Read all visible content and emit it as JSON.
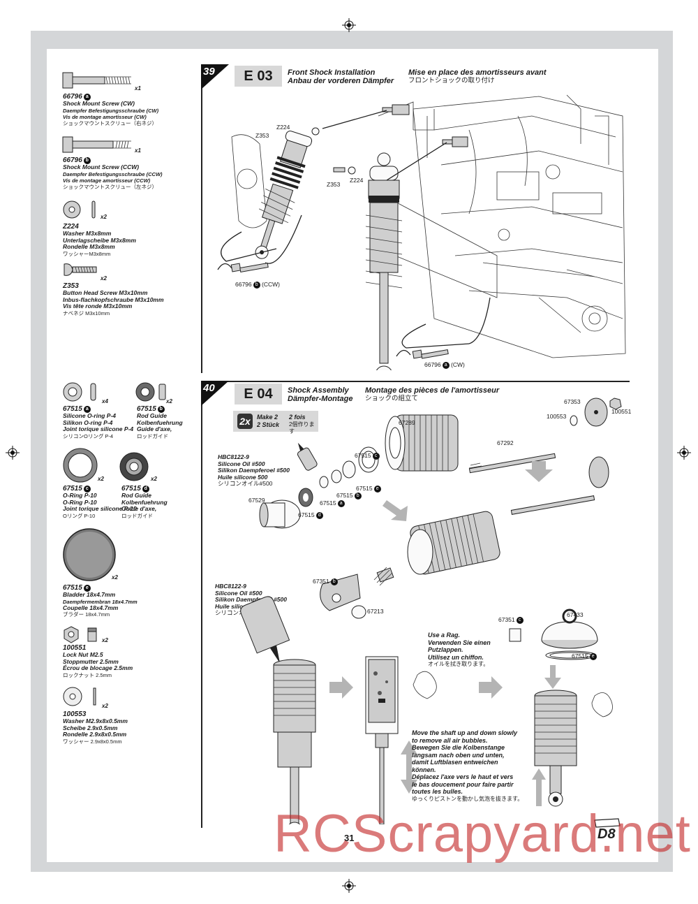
{
  "parts_left": [
    {
      "code": "66796",
      "badge": "a",
      "qty": "x1",
      "lines": [
        "Shock Mount Screw (CW)",
        "Daempfer Befestigungsschraube (CW)",
        "Vis de montage amortisseur (CW)"
      ],
      "ja": "ショックマウントスクリュー（右ネジ）"
    },
    {
      "code": "66796",
      "badge": "b",
      "qty": "x1",
      "lines": [
        "Shock Mount Screw (CCW)",
        "Daempfer Befestigungsschraube (CCW)",
        "Vis de montage amortisseur (CCW)"
      ],
      "ja": "ショックマウントスクリュー（左ネジ）"
    },
    {
      "code": "Z224",
      "badge": "",
      "qty": "x2",
      "lines": [
        "Washer M3x8mm",
        "Unterlagscheibe M3x8mm",
        "Rondelle M3x8mm"
      ],
      "ja": "ワッシャーM3x8mm"
    },
    {
      "code": "Z353",
      "badge": "",
      "qty": "x2",
      "lines": [
        "Button Head Screw M3x10mm",
        "Inbus-flachkopfschraube M3x10mm",
        "Vis tête ronde M3x10mm"
      ],
      "ja": "ナベネジ M3x10mm"
    }
  ],
  "parts_step40": {
    "p67515a": {
      "code": "67515",
      "badge": "a",
      "qty": "x4",
      "lines": [
        "Silicone O-ring P-4",
        "Silikon O-ring P-4",
        "Joint torique silicone P-4"
      ],
      "ja": "シリコンOリング P-4"
    },
    "p67515b": {
      "code": "67515",
      "badge": "b",
      "qty": "x2",
      "lines": [
        "Rod Guide",
        "Kolbenfuehrung",
        "Guide d'axe,"
      ],
      "ja": "ロッドガイド"
    },
    "p67515c": {
      "code": "67515",
      "badge": "c",
      "qty": "x2",
      "lines": [
        "O-Ring P-10",
        "O-Ring P-10",
        "Joint torique silicone P-10"
      ],
      "ja": "Oリング P-10"
    },
    "p67515d": {
      "code": "67515",
      "badge": "d",
      "qty": "x2",
      "lines": [
        "Rod Guide",
        "Kolbenfuehrung",
        "Guide d'axe,"
      ],
      "ja": "ロッドガイド"
    },
    "p67515e": {
      "code": "67515",
      "badge": "e",
      "qty": "x2",
      "lines": [
        "Bladder 18x4.7mm",
        "Daempfermembran 18x4.7mm",
        "Coupelle 18x4.7mm"
      ],
      "ja": "ブラダー 18x4.7mm"
    },
    "p100551": {
      "code": "100551",
      "badge": "",
      "qty": "x2",
      "lines": [
        "Lock Nut M2.5",
        "Stoppmutter 2.5mm",
        "Écrou de blocage 2.5mm"
      ],
      "ja": "ロックナット 2.5mm"
    },
    "p100553": {
      "code": "100553",
      "badge": "",
      "qty": "x2",
      "lines": [
        "Washer M2.9x8x0.5mm",
        "Scheibe 2.9x0.5mm",
        "Rondelle 2.9x8x0.5mm"
      ],
      "ja": "ワッシャー 2.9x8x0.5mm"
    }
  },
  "step39": {
    "number": "39",
    "code": "E 03",
    "title_en": "Front Shock Installation",
    "title_de": "Anbau der vorderen Dämpfer",
    "title_fr": "Mise en place des amortisseurs avant",
    "title_ja": "フロントショックの取り付け",
    "callouts": {
      "z224_a": "Z224",
      "z353_a": "Z353",
      "z353_b": "Z353",
      "z224_b": "Z224",
      "ccw_code": "66796",
      "ccw_badge": "b",
      "ccw_text": "(CCW)",
      "cw_code": "66796",
      "cw_badge": "a",
      "cw_text": "(CW)"
    }
  },
  "step40": {
    "number": "40",
    "code": "E 04",
    "title_en": "Shock Assembly",
    "title_de": "Dämpfer-Montage",
    "title_fr": "Montage des pièces de l'amortisseur",
    "title_ja": "ショックの組立て",
    "make": {
      "x": "2x",
      "en": "Make 2",
      "fr": "2 fois",
      "de": "2 Stück",
      "ja": "2個作ります"
    },
    "oil1": {
      "code": "HBC8122-9",
      "lines": [
        "Silicone Oil #500",
        "Silikon Daempferoel #500",
        "Huile silicone 500"
      ],
      "ja": "シリコンオイル#500"
    },
    "oil2": {
      "code": "HBC8122-9",
      "lines": [
        "Silicone Oil #500",
        "Silikon Daempferoel #500",
        "Huile silicone 500"
      ],
      "ja": "シリコンオイル#500"
    },
    "callouts": {
      "c67289": "67289",
      "c67353": "67353",
      "c100551": "100551",
      "c100553": "100553",
      "c67292": "67292",
      "c67515c": "67515",
      "c67515e": "67515",
      "c67515b": "67515",
      "c67515a": "67515",
      "c67529": "67529",
      "c67515d": "67515",
      "c67351": "67351",
      "c67213": "67213",
      "c67351b": "67351",
      "c67433": "67433",
      "c67515e2": "67515"
    },
    "rag_note": {
      "lines": [
        "Use a Rag.",
        "Verwenden Sie einen",
        "Putzlappen.",
        "Utilisez un chiffon."
      ],
      "ja": "オイルを拭き取ります。"
    },
    "bubble_note": {
      "lines": [
        "Move the shaft up and down slowly",
        "to remove all air bubbles.",
        "Bewegen Sie die Kolbenstange",
        "langsam nach oben und unten,",
        "damit Luftblasen entweichen",
        "können.",
        "Déplacez l'axe vers le haut et vers",
        "le bas doucement pour faire partir",
        "toutes les bulles."
      ],
      "ja": "ゆっくりピストンを動かし気泡を抜きます。"
    }
  },
  "page_number": "31",
  "watermark": "RCScrapyard.net",
  "logo_text": "D8"
}
